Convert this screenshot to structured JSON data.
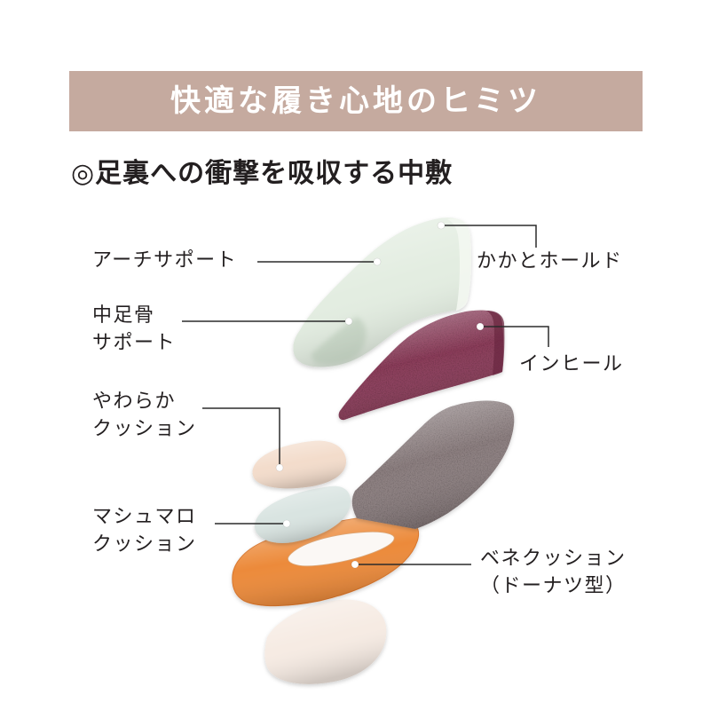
{
  "header": {
    "title": "快適な履き心地のヒミツ"
  },
  "section": {
    "heading": "◎足裏への衝撃を吸収する中敷"
  },
  "labels": {
    "arch_support": [
      "アーチサポート"
    ],
    "metatarsal_support": [
      "中足骨",
      "サポート"
    ],
    "soft_cushion": [
      "やわらか",
      "クッション"
    ],
    "marshmallow_cushion": [
      "マシュマロ",
      "クッション"
    ],
    "heel_hold": [
      "かかとホールド"
    ],
    "in_heel": [
      "インヒール"
    ],
    "bene_cushion": [
      "ベネクッション",
      "（ドーナツ型）"
    ]
  },
  "colors": {
    "header_bg": "#c5aa9f",
    "header_text": "#ffffff",
    "text": "#231f20",
    "line": "#2b2b2b",
    "marker": "#ffffff",
    "arch_support": "#e3ede1",
    "in_heel": "#8a3c5a",
    "felt": "#8c7f80",
    "soft_cushion": "#f3dccb",
    "marshmallow": "#d9e4e1",
    "bene_cushion": "#ec8a3a",
    "bottom_pad": "#f6ebe3"
  }
}
